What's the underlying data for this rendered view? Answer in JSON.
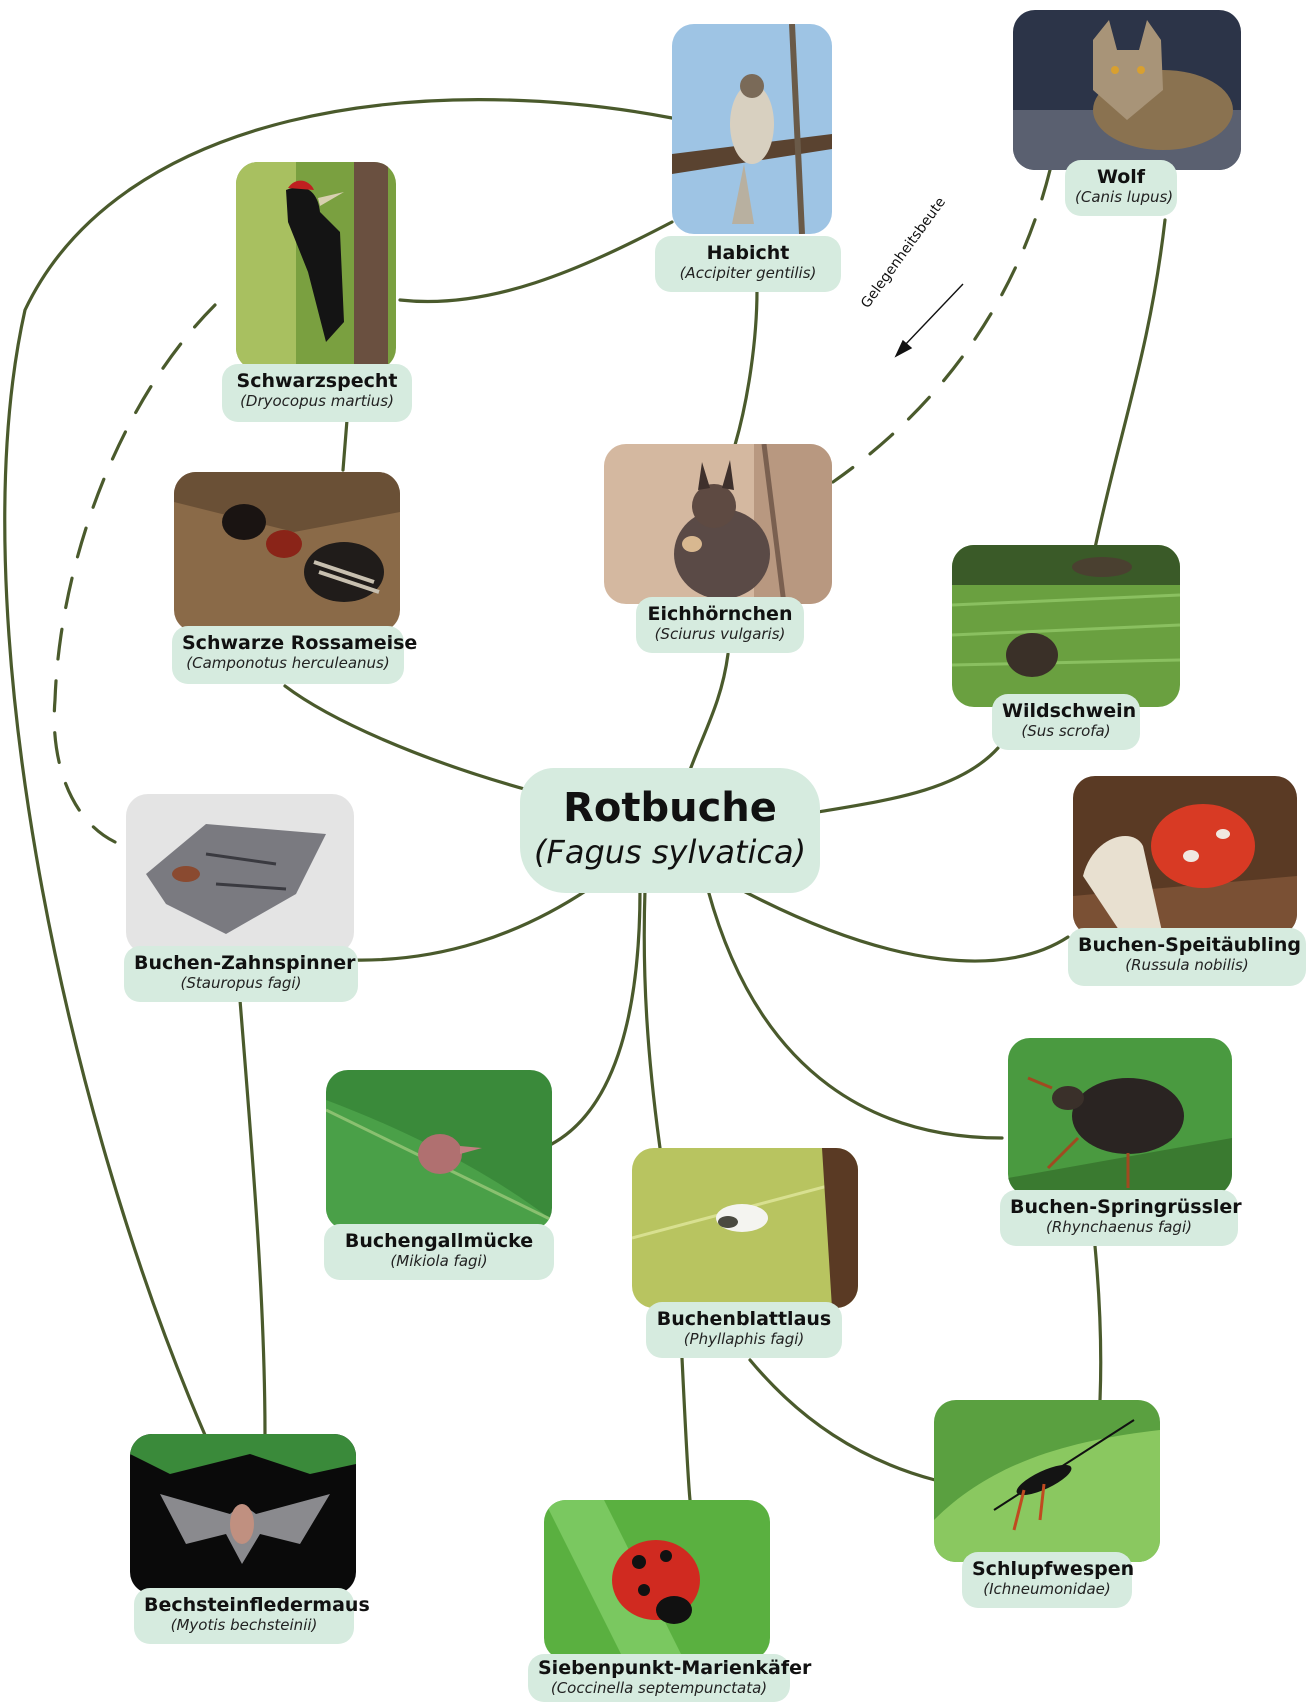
{
  "colors": {
    "line": "#4a5a2c",
    "label_bg": "#d6ebdf"
  },
  "center": {
    "common": "Rotbuche",
    "scientific": "(Fagus sylvatica)"
  },
  "opportunistic_label": "Gelegenheitsbeute",
  "species": {
    "habicht": {
      "common": "Habicht",
      "scientific": "(Accipiter gentilis)"
    },
    "wolf": {
      "common": "Wolf",
      "scientific": "(Canis lupus)"
    },
    "schwarzspecht": {
      "common": "Schwarzspecht",
      "scientific": "(Dryocopus martius)"
    },
    "rossameise": {
      "common": "Schwarze Rossameise",
      "scientific": "(Camponotus herculeanus)"
    },
    "eichhoernchen": {
      "common": "Eichhörnchen",
      "scientific": "(Sciurus vulgaris)"
    },
    "wildschwein": {
      "common": "Wildschwein",
      "scientific": "(Sus scrofa)"
    },
    "zahnspinner": {
      "common": "Buchen-Zahnspinner",
      "scientific": "(Stauropus fagi)"
    },
    "speitaeubling": {
      "common": "Buchen-Speitäubling",
      "scientific": "(Russula nobilis)"
    },
    "gallmuecke": {
      "common": "Buchengallmücke",
      "scientific": "(Mikiola fagi)"
    },
    "blattlaus": {
      "common": "Buchenblattlaus",
      "scientific": "(Phyllaphis fagi)"
    },
    "springruessler": {
      "common": "Buchen-Springrüssler",
      "scientific": "(Rhynchaenus fagi)"
    },
    "fledermaus": {
      "common": "Bechsteinfledermaus",
      "scientific": "(Myotis bechsteinii)"
    },
    "marienkaefer": {
      "common": "Siebenpunkt-Marienkäfer",
      "scientific": "(Coccinella septempunctata)"
    },
    "schlupfwespen": {
      "common": "Schlupfwespen",
      "scientific": "(Ichneumonidae)"
    }
  }
}
